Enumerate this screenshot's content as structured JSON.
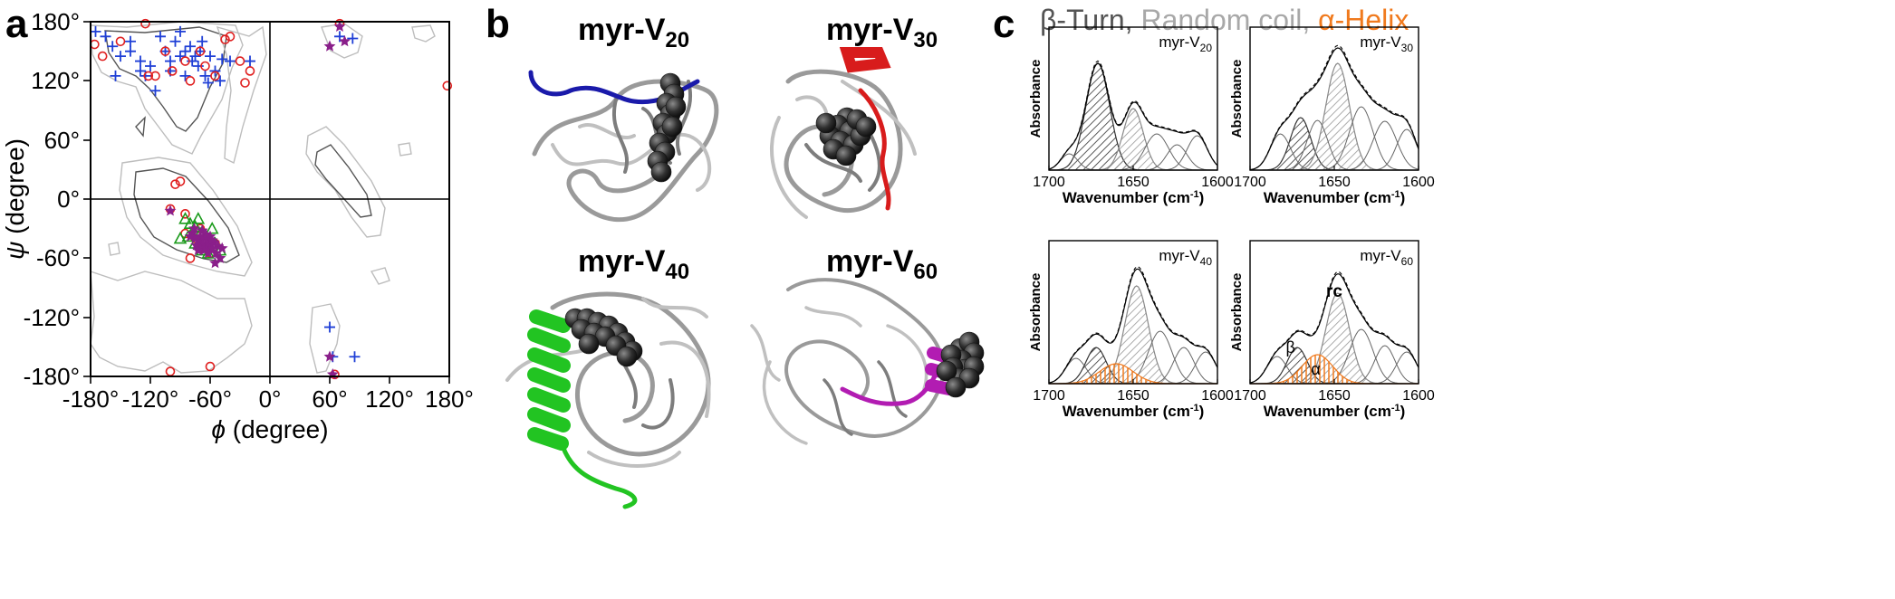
{
  "panels": {
    "a": "a",
    "b": "b",
    "c": "c"
  },
  "ramachandran": {
    "x_ticks": [
      "-180°",
      "-120°",
      "-60°",
      "0°",
      "60°",
      "120°",
      "180°"
    ],
    "y_ticks": [
      "180°",
      "120°",
      "60°",
      "0°",
      "-60°",
      "-120°",
      "-180°"
    ],
    "x_label_symbol": "ϕ",
    "x_label_text": " (degree)",
    "y_label_symbol": "ψ",
    "y_label_text": " (degree)",
    "colors": {
      "plus": "#1f3fd6",
      "circle": "#e02020",
      "triangle": "#1a9a1a",
      "star": "#8a1f8a",
      "contour_light": "#bdbdbd",
      "contour_dark": "#555555"
    }
  },
  "structures": [
    {
      "base": "myr-V",
      "sub": "20",
      "color": "#1a1aaa"
    },
    {
      "base": "myr-V",
      "sub": "30",
      "color": "#d81c1c"
    },
    {
      "base": "myr-V",
      "sub": "40",
      "color": "#22c422"
    },
    {
      "base": "myr-V",
      "sub": "60",
      "color": "#b21cb2"
    }
  ],
  "ftir": {
    "legend": {
      "beta": "β-Turn, ",
      "rc": "Random coil, ",
      "alpha": "α-Helix"
    },
    "legend_colors": {
      "beta": "#555555",
      "rc": "#a8a8a8",
      "alpha": "#f07a1e"
    },
    "x_ticks": [
      "1700",
      "1650",
      "1600"
    ],
    "x_label_main": "Wavenumber (cm",
    "x_label_sup": "-1",
    "x_label_end": ")",
    "y_label": "Absorbance",
    "subplots": [
      {
        "base": "myr-V",
        "sub": "20"
      },
      {
        "base": "myr-V",
        "sub": "30"
      },
      {
        "base": "myr-V",
        "sub": "40"
      },
      {
        "base": "myr-V",
        "sub": "60",
        "annot_rc": "rc",
        "annot_beta": "β",
        "annot_alpha": "α"
      }
    ]
  }
}
